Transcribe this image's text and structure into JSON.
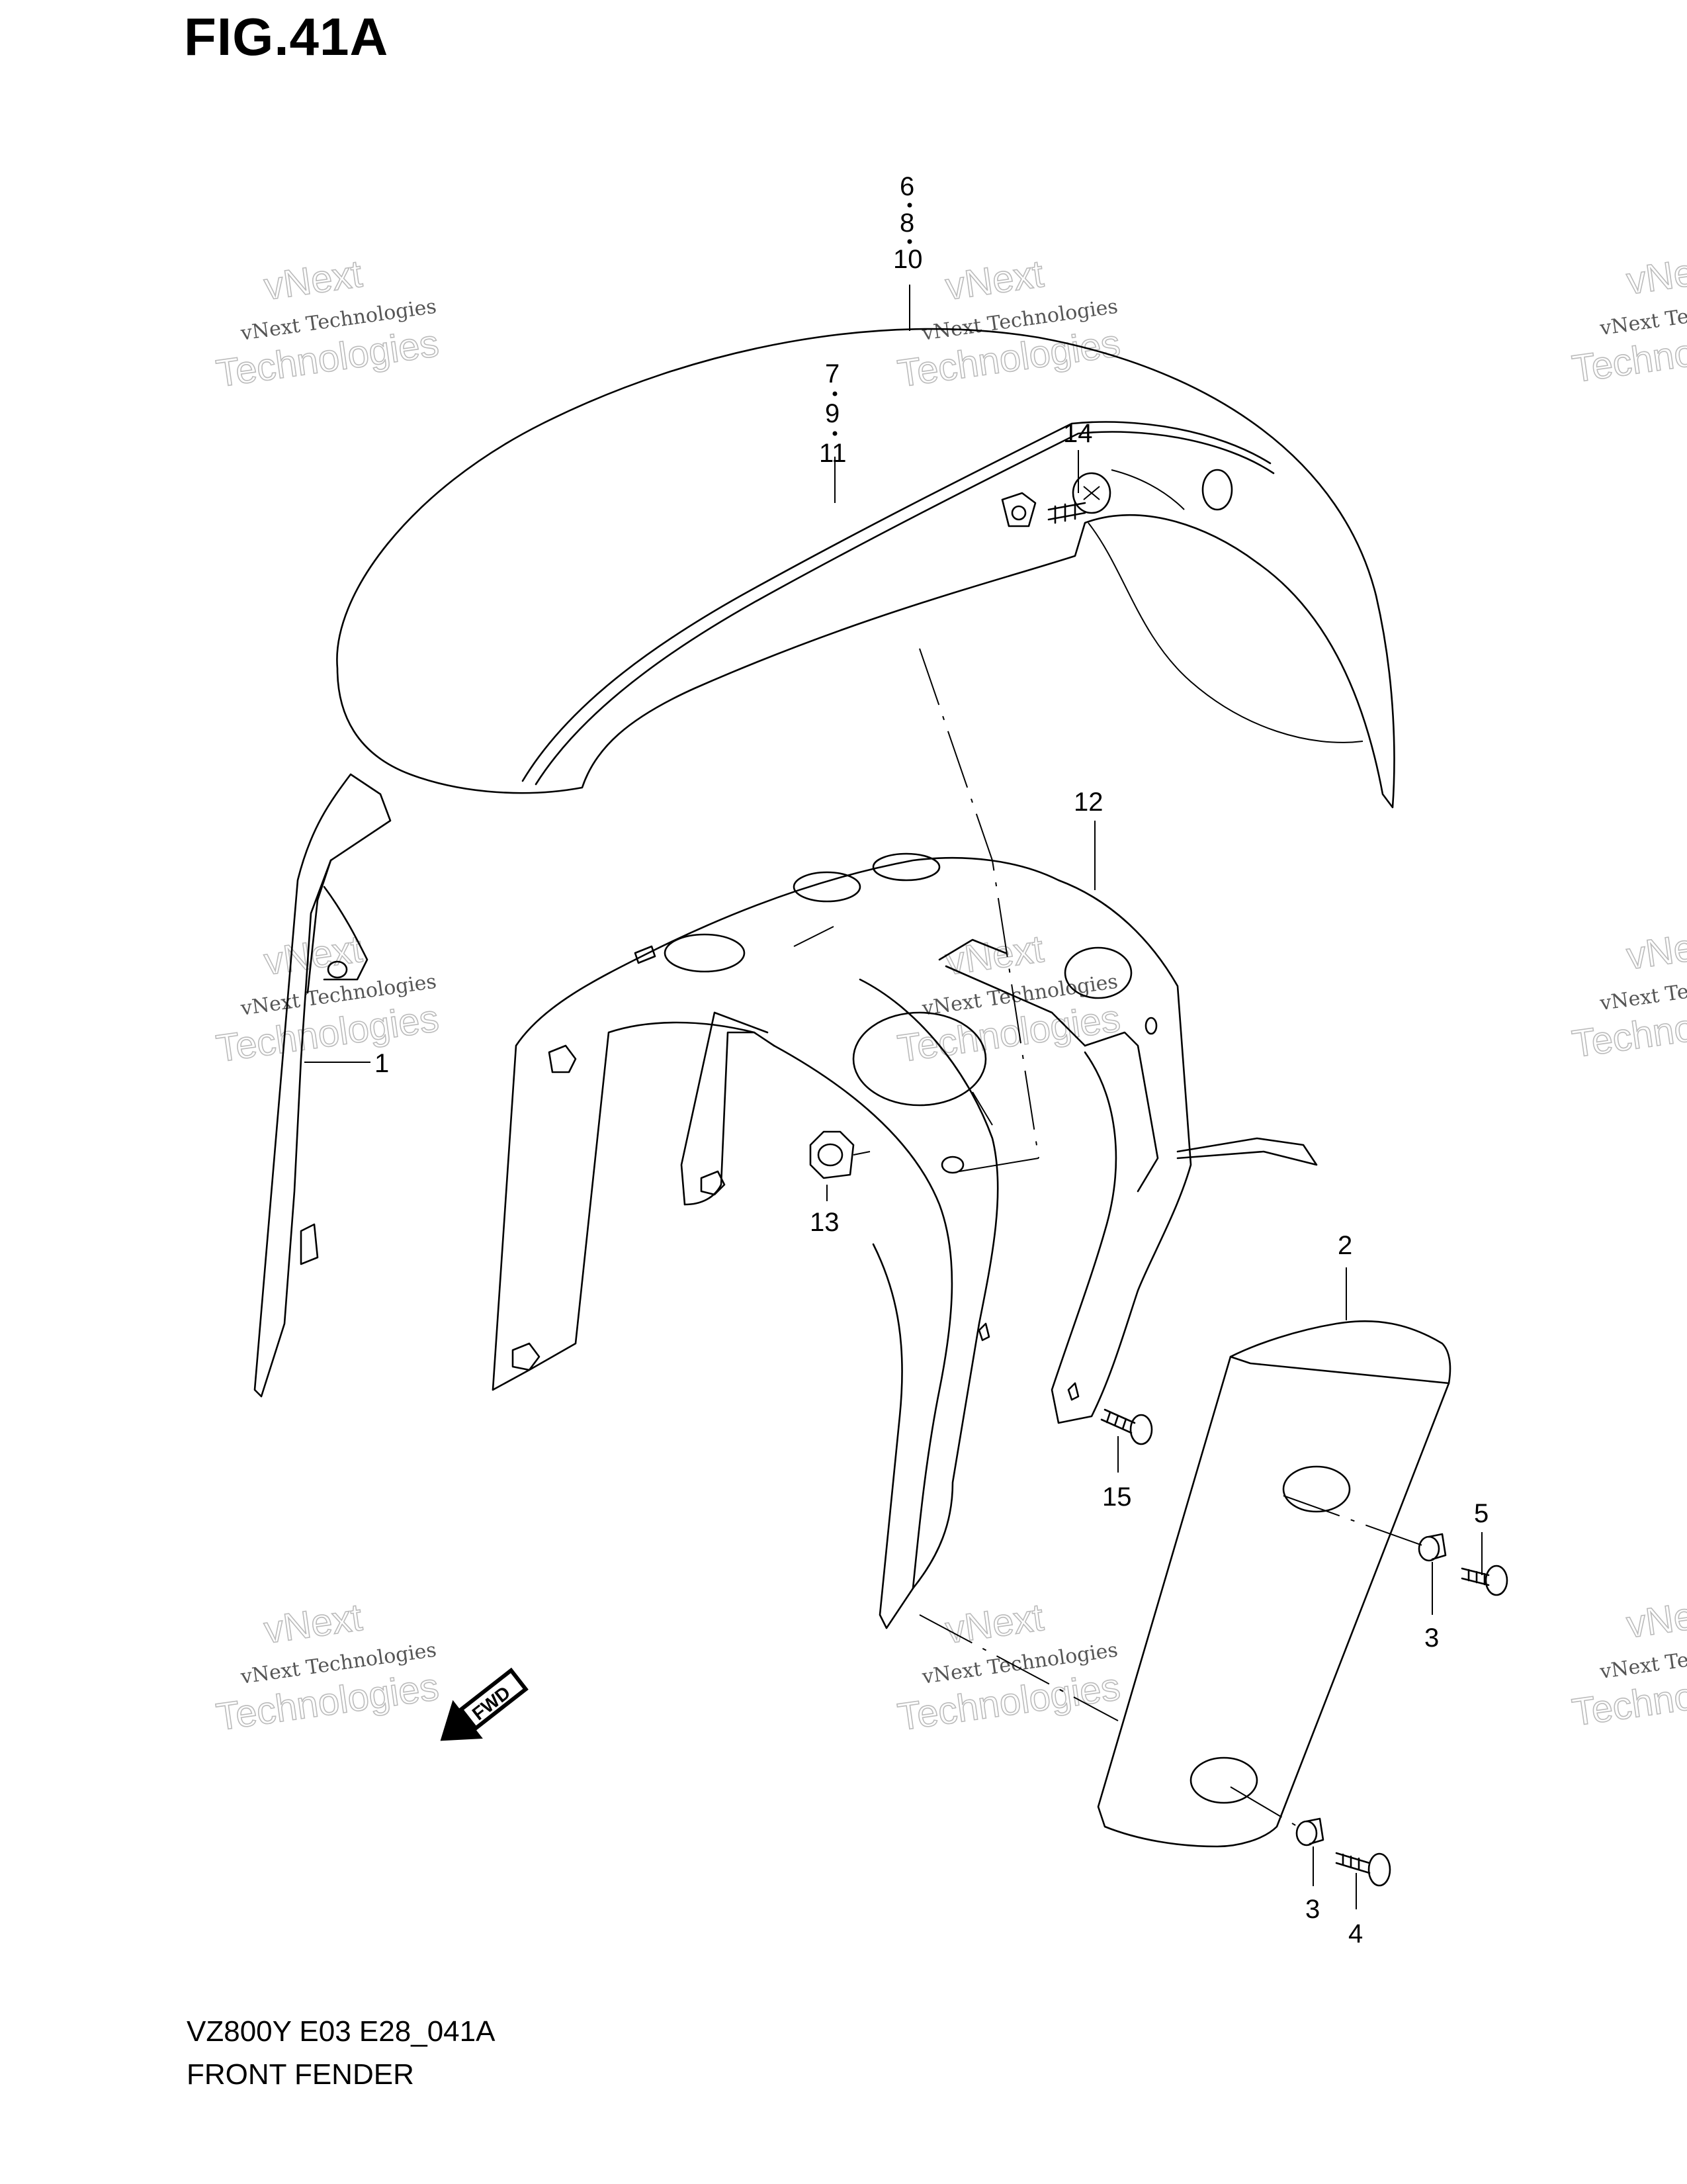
{
  "figure": {
    "title": "FIG.41A",
    "code": "VZ800Y E03 E28_041A",
    "name": "FRONT FENDER"
  },
  "callouts": {
    "c1": "1",
    "c2": "2",
    "c3a": "3",
    "c3b": "3",
    "c4": "4",
    "c5": "5",
    "c6": "6",
    "c7": "7",
    "c8": "8",
    "c9": "9",
    "c10": "10",
    "c11": "11",
    "c12": "12",
    "c13": "13",
    "c14": "14",
    "c15": "15"
  },
  "fwd_label": "FWD",
  "watermark": {
    "small": "vNext Technologies",
    "line1": "vNext",
    "line2": "Technologies"
  }
}
